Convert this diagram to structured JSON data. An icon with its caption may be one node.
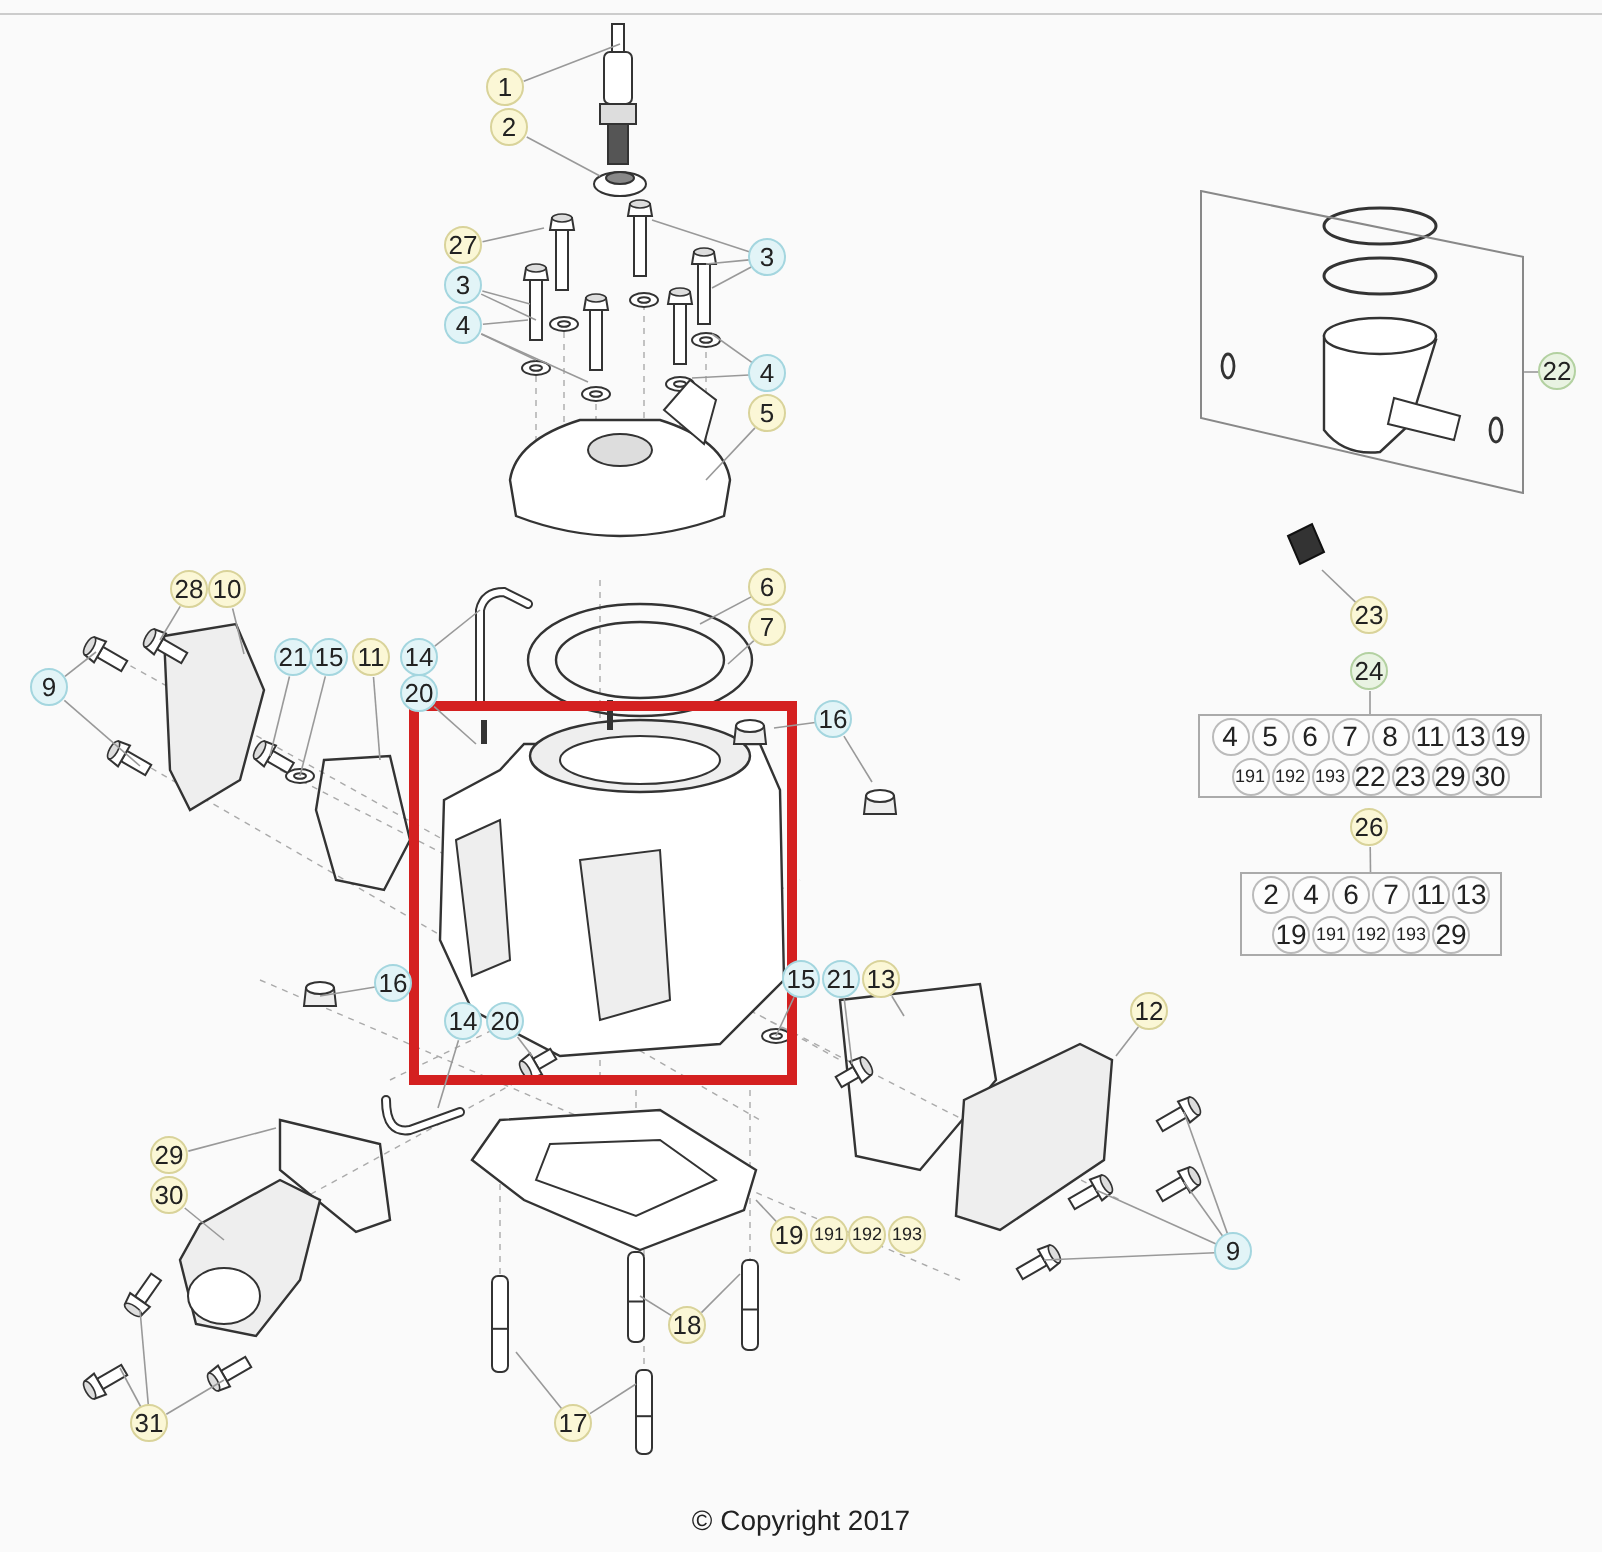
{
  "diagram": {
    "nodes": [
      {
        "text": [
          "1"
        ]
      },
      {
        "text": [
          "2"
        ]
      },
      {
        "text": [
          "27"
        ]
      },
      {
        "text": [
          "3"
        ]
      },
      {
        "text": [
          "3"
        ]
      },
      {
        "text": [
          "4"
        ]
      },
      {
        "text": [
          "4"
        ]
      },
      {
        "text": [
          "5"
        ]
      },
      {
        "text": [
          "6"
        ]
      },
      {
        "text": [
          "7"
        ]
      },
      {
        "text": [
          "28"
        ]
      },
      {
        "text": [
          "10"
        ]
      },
      {
        "text": [
          "9"
        ]
      },
      {
        "text": [
          "21"
        ]
      },
      {
        "text": [
          "15"
        ]
      },
      {
        "text": [
          "11"
        ]
      },
      {
        "text": [
          "14"
        ]
      },
      {
        "text": [
          "20"
        ]
      },
      {
        "text": [
          "16"
        ]
      },
      {
        "text": [
          "16"
        ]
      },
      {
        "text": [
          "14"
        ]
      },
      {
        "text": [
          "20"
        ]
      },
      {
        "text": [
          "15"
        ]
      },
      {
        "text": [
          "21"
        ]
      },
      {
        "text": [
          "13"
        ]
      },
      {
        "text": [
          "12"
        ]
      },
      {
        "text": [
          "29"
        ]
      },
      {
        "text": [
          "30"
        ]
      },
      {
        "text": [
          "19"
        ]
      },
      {
        "text": [
          "191"
        ]
      },
      {
        "text": [
          "192"
        ]
      },
      {
        "text": [
          "193"
        ]
      },
      {
        "text": [
          "18"
        ]
      },
      {
        "text": [
          "17"
        ]
      },
      {
        "text": [
          "31"
        ]
      },
      {
        "text": [
          "9"
        ]
      },
      {
        "text": [
          "22"
        ]
      },
      {
        "text": [],
        "shape": "box"
      },
      {
        "text": [
          "23"
        ]
      },
      {
        "text": [
          "24"
        ]
      },
      {
        "text": [
          "4",
          "5",
          "6",
          "7",
          "8",
          "11",
          "13",
          "19",
          "191",
          "192",
          "193",
          "22",
          "23",
          "29",
          "30"
        ]
      },
      {
        "text": [
          "26"
        ]
      },
      {
        "text": [
          "2",
          "4",
          "6",
          "7",
          "11",
          "13",
          "19",
          "191",
          "192",
          "193",
          "29"
        ]
      }
    ],
    "edges": [
      {
        "from": 0,
        "to": null,
        "arrow": "none"
      },
      {
        "from": 1,
        "to": null,
        "arrow": "none"
      },
      {
        "from": 2,
        "to": null,
        "arrow": "none"
      },
      {
        "from": 3,
        "to": null,
        "arrow": "none"
      },
      {
        "from": 3,
        "to": null,
        "arrow": "none"
      },
      {
        "from": 4,
        "to": null,
        "arrow": "none"
      },
      {
        "from": 4,
        "to": null,
        "arrow": "none"
      },
      {
        "from": 4,
        "to": null,
        "arrow": "none"
      },
      {
        "from": 5,
        "to": null,
        "arrow": "none"
      },
      {
        "from": 5,
        "to": null,
        "arrow": "none"
      },
      {
        "from": 5,
        "to": null,
        "arrow": "none"
      },
      {
        "from": 6,
        "to": null,
        "arrow": "none"
      },
      {
        "from": 6,
        "to": null,
        "arrow": "none"
      },
      {
        "from": 7,
        "to": null,
        "arrow": "none"
      },
      {
        "from": 8,
        "to": null,
        "arrow": "none"
      },
      {
        "from": 9,
        "to": null,
        "arrow": "none"
      },
      {
        "from": 10,
        "to": null,
        "arrow": "none"
      },
      {
        "from": 11,
        "to": null,
        "arrow": "none"
      },
      {
        "from": 12,
        "to": null,
        "arrow": "none"
      },
      {
        "from": 12,
        "to": null,
        "arrow": "none"
      },
      {
        "from": 13,
        "to": null,
        "arrow": "none"
      },
      {
        "from": 14,
        "to": null,
        "arrow": "none"
      },
      {
        "from": 15,
        "to": null,
        "arrow": "none"
      },
      {
        "from": 16,
        "to": null,
        "arrow": "none"
      },
      {
        "from": 17,
        "to": null,
        "arrow": "none"
      },
      {
        "from": 18,
        "to": null,
        "arrow": "none"
      },
      {
        "from": 18,
        "to": null,
        "arrow": "none"
      },
      {
        "from": 19,
        "to": null,
        "arrow": "none"
      },
      {
        "from": 20,
        "to": null,
        "arrow": "none"
      },
      {
        "from": 21,
        "to": null,
        "arrow": "none"
      },
      {
        "from": 22,
        "to": null,
        "arrow": "none"
      },
      {
        "from": 23,
        "to": null,
        "arrow": "none"
      },
      {
        "from": 24,
        "to": null,
        "arrow": "none"
      },
      {
        "from": 25,
        "to": null,
        "arrow": "none"
      },
      {
        "from": 26,
        "to": null,
        "arrow": "none"
      },
      {
        "from": 27,
        "to": null,
        "arrow": "none"
      },
      {
        "from": 28,
        "to": null,
        "arrow": "none"
      },
      {
        "from": 32,
        "to": null,
        "arrow": "none"
      },
      {
        "from": 32,
        "to": null,
        "arrow": "none"
      },
      {
        "from": 33,
        "to": null,
        "arrow": "none"
      },
      {
        "from": 33,
        "to": null,
        "arrow": "none"
      },
      {
        "from": 34,
        "to": null,
        "arrow": "none"
      },
      {
        "from": 34,
        "to": null,
        "arrow": "none"
      },
      {
        "from": 34,
        "to": null,
        "arrow": "none"
      },
      {
        "from": 35,
        "to": null,
        "arrow": "none"
      },
      {
        "from": 35,
        "to": null,
        "arrow": "none"
      },
      {
        "from": 35,
        "to": null,
        "arrow": "none"
      },
      {
        "from": 35,
        "to": null,
        "arrow": "none"
      },
      {
        "from": 36,
        "to": 37,
        "arrow": "none"
      },
      {
        "from": 38,
        "to": null,
        "arrow": "none"
      },
      {
        "from": 39,
        "to": 40,
        "arrow": "none"
      },
      {
        "from": 41,
        "to": 42,
        "arrow": "none"
      }
    ],
    "labels": [
      "© Copyright 2017"
    ]
  }
}
